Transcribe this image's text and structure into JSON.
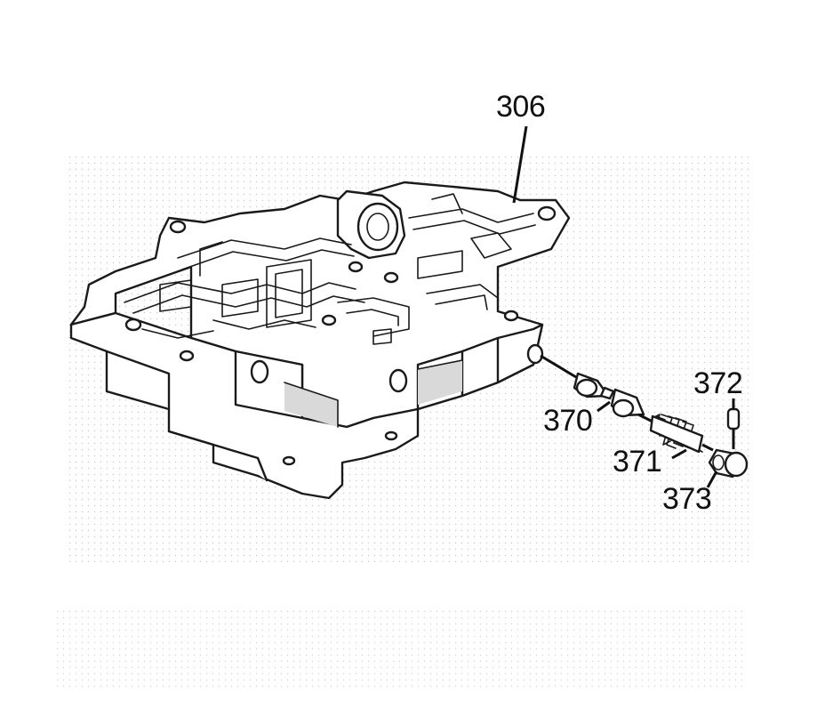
{
  "diagram": {
    "callouts": {
      "c306": "306",
      "c370": "370",
      "c371": "371",
      "c372": "372",
      "c373": "373"
    }
  }
}
